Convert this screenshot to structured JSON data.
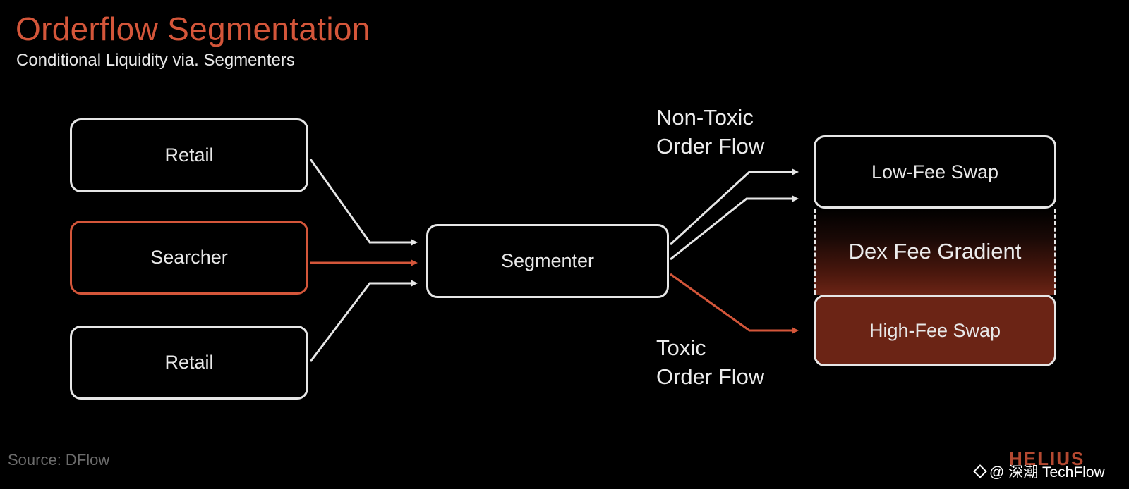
{
  "header": {
    "title": "Orderflow Segmentation",
    "subtitle": "Conditional Liquidity via. Segmenters"
  },
  "nodes": {
    "retail_top": "Retail",
    "searcher": "Searcher",
    "retail_bottom": "Retail",
    "segmenter": "Segmenter",
    "low_fee_swap": "Low-Fee Swap",
    "dex_fee_gradient": "Dex Fee Gradient",
    "high_fee_swap": "High-Fee Swap"
  },
  "flow_labels": {
    "non_toxic": [
      "Non-Toxic",
      "Order Flow"
    ],
    "toxic": [
      "Toxic",
      "Order Flow"
    ]
  },
  "footer": {
    "source": "Source: DFlow",
    "logo_text": "HELIUS",
    "watermark": "@ 深潮 TechFlow"
  },
  "colors": {
    "accent": "#d4563a",
    "white_line": "#e6e6e6",
    "high_fee_fill": "#6b2415",
    "background": "#000000"
  }
}
